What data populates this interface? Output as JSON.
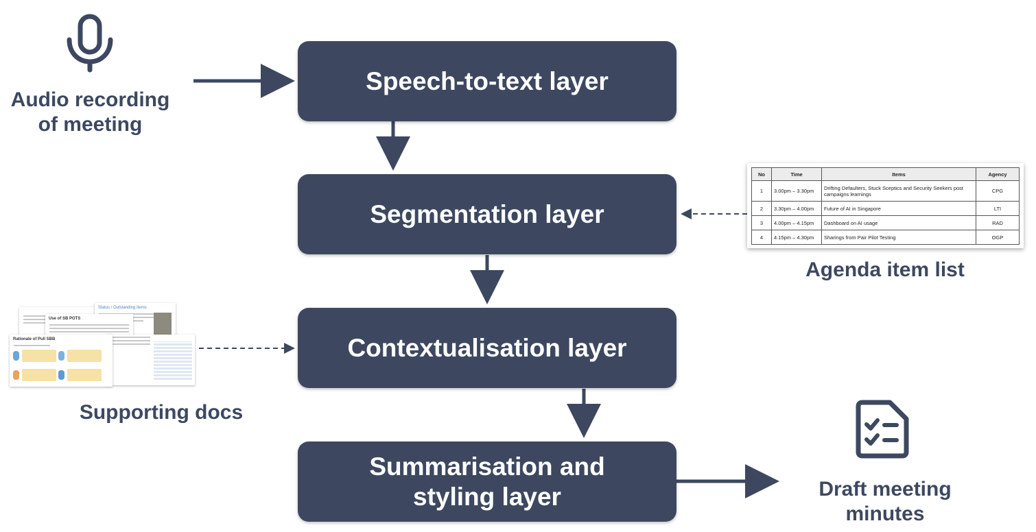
{
  "layers": {
    "speech": "Speech-to-text layer",
    "segmentation": "Segmentation layer",
    "contextualisation": "Contextualisation layer",
    "summarisation": "Summarisation and\nstyling layer"
  },
  "inputs": {
    "audio_label": "Audio recording\nof meeting",
    "agenda_label": "Agenda item list",
    "docs_label": "Supporting docs"
  },
  "output": {
    "label": "Draft meeting\nminutes"
  },
  "agenda_table": {
    "headers": [
      "No",
      "Time",
      "Items",
      "Agency"
    ],
    "rows": [
      [
        "1",
        "3.00pm – 3.30pm",
        "Drifting Defaulters, Stuck Sceptics and Security Seekers post campaigns learnings",
        "CPG"
      ],
      [
        "2",
        "3.30pm – 4.00pm",
        "Future of AI in Singapore",
        "LTI"
      ],
      [
        "3",
        "4.00pm – 4.15pm",
        "Dashboard on AI usage",
        "RAD"
      ],
      [
        "4",
        "4.15pm – 4.30pm",
        " Sharings from Pair Pilot Testing",
        "OGP"
      ]
    ]
  },
  "docs_preview": {
    "sheet_1_title": "Rationale of Pull SBB",
    "sheet_2_title": "Use of SB POTS",
    "sheet_3_title": "Status / Outstanding Items"
  },
  "colors": {
    "primary": "#3d4860",
    "background": "#ffffff"
  },
  "icons": [
    "microphone-icon",
    "checklist-document-icon"
  ]
}
